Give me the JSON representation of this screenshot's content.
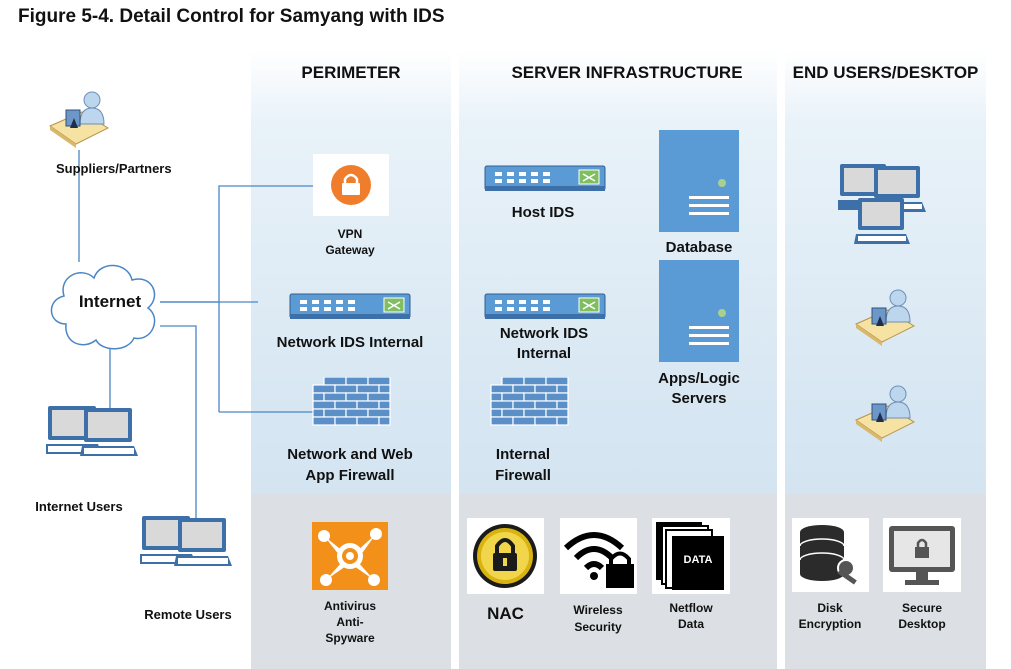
{
  "figure": {
    "title": "Figure 5-4. Detail Control for Samyang with IDS"
  },
  "columns": {
    "perimeter": "PERIMETER",
    "server": "SERVER INFRASTRUCTURE",
    "endusers": "END USERS/DESKTOP"
  },
  "external": {
    "suppliers": "Suppliers/Partners",
    "internet": "Internet",
    "internet_users": "Internet Users",
    "remote_users": "Remote Users"
  },
  "perimeter": {
    "vpn_line1": "VPN",
    "vpn_line2": "Gateway",
    "ids_internal": "Network IDS Internal",
    "fw_line1": "Network and Web",
    "fw_line2": "App Firewall",
    "av_line1": "Antivirus",
    "av_line2": "Anti-",
    "av_line3": "Spyware"
  },
  "server": {
    "host_ids": "Host IDS",
    "database": "Database",
    "nids_line1": "Network IDS",
    "nids_line2": "Internal",
    "apps_line1": "Apps/Logic",
    "apps_line2": "Servers",
    "fw_line1": "Internal",
    "fw_line2": "Firewall",
    "nac": "NAC",
    "wireless_line1": "Wireless",
    "wireless_line2": "Security",
    "netflow_line1": "Netflow",
    "netflow_line2": "Data",
    "netflow_icon_text": "DATA"
  },
  "endusers": {
    "disk_line1": "Disk",
    "disk_line2": "Encryption",
    "secure_line1": "Secure",
    "secure_line2": "Desktop"
  },
  "colors": {
    "column_top": "#e9f2f9",
    "column_bottom_band": "#dcdfe3",
    "server_blue": "#5b9bd5",
    "vpn_orange": "#f07d2b",
    "avast_orange": "#f39019",
    "connector_blue": "#4a86c5",
    "firewall_blue": "#5b8fc7"
  }
}
